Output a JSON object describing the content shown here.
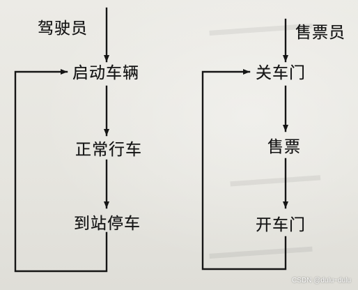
{
  "left_flow": {
    "actor": "驾驶员",
    "steps": [
      "启动车辆",
      "正常行车",
      "到站停车"
    ]
  },
  "right_flow": {
    "actor": "售票员",
    "steps": [
      "关车门",
      "售票",
      "开车门"
    ]
  },
  "watermark": "CSDN @dulu~dulu",
  "colors": {
    "ink": "#151515",
    "paper": "#e9e9e4"
  }
}
